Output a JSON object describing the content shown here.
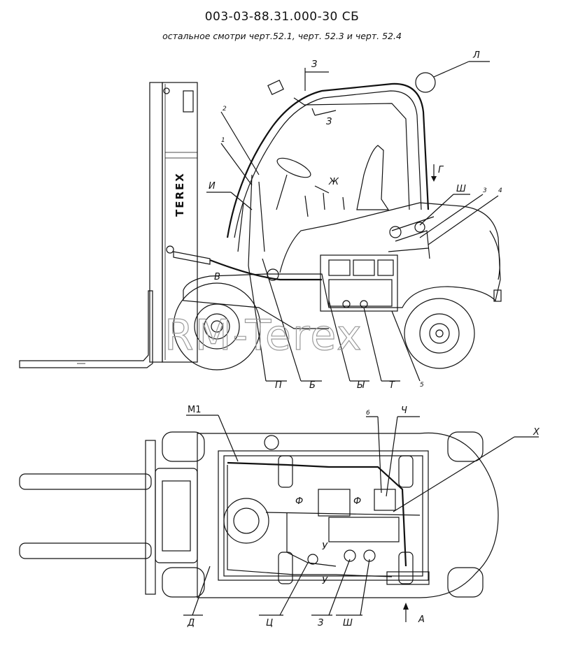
{
  "header": {
    "title": "003-03-88.31.000-30 СБ",
    "subtitle": "остальное смотри черт.52.1, черт. 52.3 и черт. 52.4"
  },
  "watermark": "RM-Terex",
  "mast_brand": "TEREX",
  "side_view": {
    "labels": {
      "z_top": "З",
      "z_mid": "З",
      "l": "Л",
      "g": "Г",
      "zh": "Ж",
      "i": "И",
      "v": "В",
      "sh": "Ш",
      "p": "П",
      "b": "Б",
      "y": "Ы",
      "t": "Т"
    },
    "numbers": [
      "1",
      "2",
      "3",
      "4",
      "5"
    ]
  },
  "top_view": {
    "labels": {
      "m1": "М1",
      "ch": "Ч",
      "x": "Х",
      "u_mid": "У",
      "u_bottom": "У",
      "d": "Д",
      "ts": "Ц",
      "z": "З",
      "sh": "Ш",
      "a": "А"
    },
    "numbers": [
      "6"
    ]
  }
}
